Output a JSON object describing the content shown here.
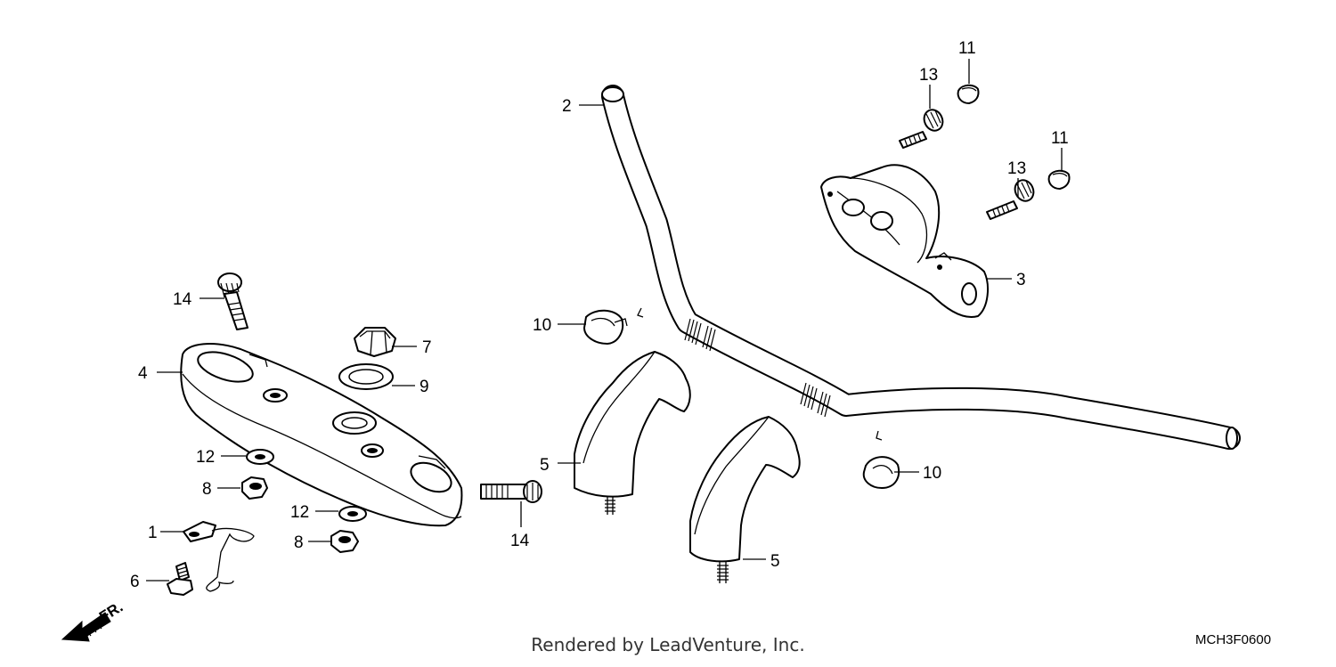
{
  "diagram": {
    "callouts": [
      "1",
      "2",
      "3",
      "4",
      "5",
      "5",
      "6",
      "7",
      "8",
      "8",
      "9",
      "10",
      "10",
      "11",
      "11",
      "12",
      "12",
      "13",
      "13",
      "14",
      "14"
    ],
    "front_indicator": "FR.",
    "code": "MCH3F0600"
  },
  "footer": {
    "rendered_by": "Rendered by LeadVenture, Inc."
  }
}
